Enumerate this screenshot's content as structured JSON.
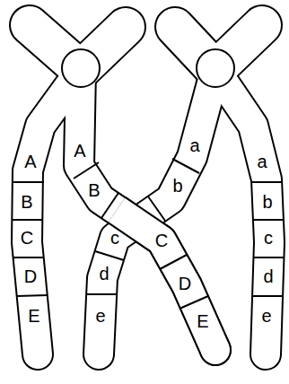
{
  "diagram": {
    "labels": [
      "A",
      "B",
      "C",
      "D",
      "E",
      "A",
      "B",
      "c",
      "d",
      "e",
      "a",
      "b",
      "C",
      "D",
      "E",
      "a",
      "b",
      "c",
      "d",
      "e"
    ]
  }
}
